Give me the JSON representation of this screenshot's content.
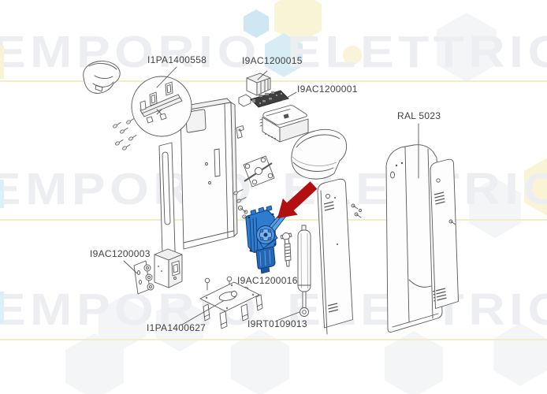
{
  "page": {
    "background": "#ffffff"
  },
  "watermark": {
    "word_left": "EMPORIO",
    "word_right": "ELETTRICO",
    "text_color": "#edeef1",
    "underline_color": "#f3edc6",
    "hex_yellow": "#faf4d6",
    "hex_cyan": "#d8ecf6"
  },
  "diagram": {
    "type": "exploded-parts-diagram",
    "stroke_color": "#575757",
    "label_color": "#3f3f3f",
    "arrow_color": "#b30f10",
    "highlight_color": "#2e7cce",
    "labels": [
      {
        "part": "I1PA1400558"
      },
      {
        "part": "I9AC1200015"
      },
      {
        "part": "I9AC1200001"
      },
      {
        "part": "RAL 5023"
      },
      {
        "part": "I9AC1200003"
      },
      {
        "part": "I9AC1200016"
      },
      {
        "part": "I1PA1400627"
      },
      {
        "part": "I9RT0109013"
      }
    ]
  }
}
